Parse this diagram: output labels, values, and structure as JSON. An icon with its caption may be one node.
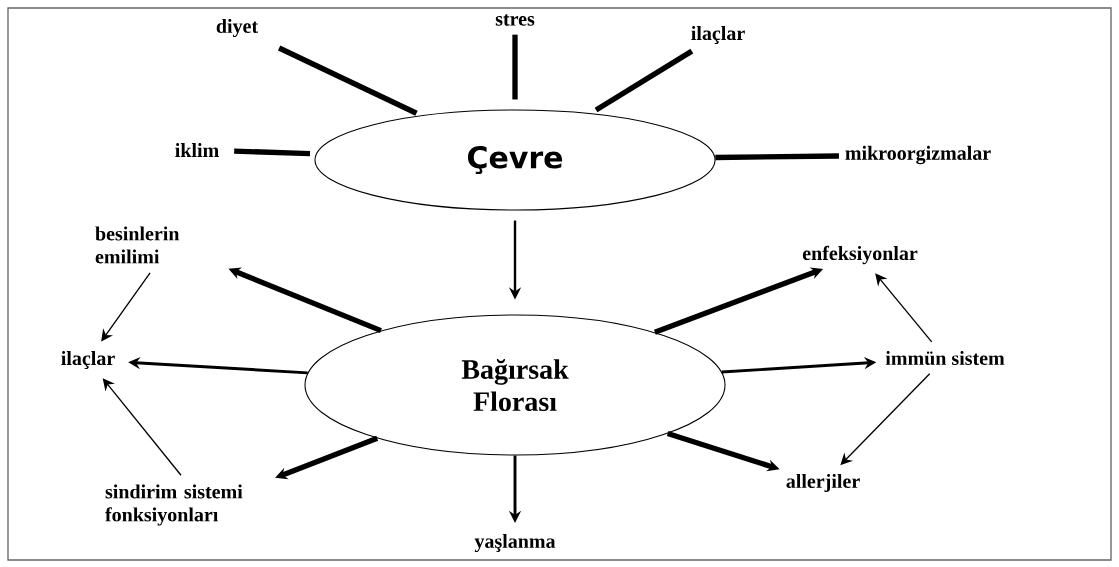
{
  "diagram": {
    "nodes": [
      {
        "text": [
          "Çevre"
        ]
      },
      {
        "text": [
          "diyet"
        ]
      },
      {
        "text": [
          "stres"
        ]
      },
      {
        "text": [
          "ilaçlar"
        ]
      },
      {
        "text": [
          "iklim"
        ]
      },
      {
        "text": [
          "mikroorgizmalar"
        ]
      },
      {
        "text": [
          "Bağırsak Florası"
        ]
      },
      {
        "text": [
          "besinlerin emilimi"
        ]
      },
      {
        "text": [
          "ilaçlar"
        ]
      },
      {
        "text": [
          "sindirim sistemi fonksiyonları"
        ]
      },
      {
        "text": [
          "yaşlanma"
        ]
      },
      {
        "text": [
          "allerjiler"
        ]
      },
      {
        "text": [
          "immün sistem"
        ]
      },
      {
        "text": [
          "enfeksiyonlar"
        ]
      }
    ],
    "edges": [
      {
        "from": 1,
        "to": 0,
        "arrow": "none"
      },
      {
        "from": 2,
        "to": 0,
        "arrow": "none"
      },
      {
        "from": 3,
        "to": 0,
        "arrow": "none"
      },
      {
        "from": 4,
        "to": 0,
        "arrow": "none"
      },
      {
        "from": 5,
        "to": 0,
        "arrow": "none"
      },
      {
        "from": 0,
        "to": 6,
        "arrow": "to"
      },
      {
        "from": 6,
        "to": 7,
        "arrow": "to"
      },
      {
        "from": 6,
        "to": 8,
        "arrow": "to"
      },
      {
        "from": 6,
        "to": 9,
        "arrow": "to"
      },
      {
        "from": 6,
        "to": 10,
        "arrow": "to"
      },
      {
        "from": 6,
        "to": 11,
        "arrow": "to"
      },
      {
        "from": 6,
        "to": 12,
        "arrow": "to"
      },
      {
        "from": 6,
        "to": 13,
        "arrow": "to"
      },
      {
        "from": 7,
        "to": 8,
        "arrow": "to"
      },
      {
        "from": 9,
        "to": 8,
        "arrow": "to"
      },
      {
        "from": 12,
        "to": 13,
        "arrow": "to"
      },
      {
        "from": 12,
        "to": 11,
        "arrow": "to"
      }
    ]
  }
}
